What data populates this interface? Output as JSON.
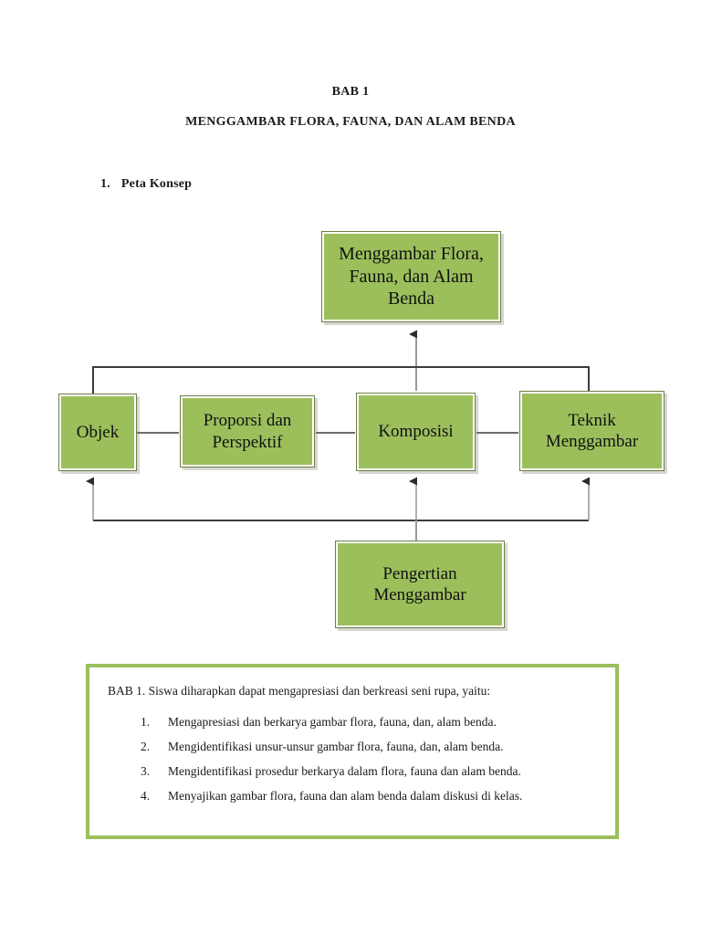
{
  "document": {
    "bab_title": "BAB 1",
    "chapter_title": "MENGGAMBAR FLORA, FAUNA, DAN ALAM BENDA",
    "section": {
      "number": "1.",
      "label": "Peta Konsep"
    }
  },
  "concept_map": {
    "nodes": {
      "root": "Menggambar Flora, Fauna, dan Alam Benda",
      "objek": "Objek",
      "proporsi": "Proporsi dan Perspektif",
      "komposisi": "Komposisi",
      "teknik": "Teknik Menggambar",
      "pengertian": "Pengertian Menggambar"
    },
    "colors": {
      "fill": "#9CBF5C",
      "border": "#6E7F45",
      "inner_ring": "#FFFFFF",
      "connector": "#404040"
    }
  },
  "objectives": {
    "intro": "BAB 1. Siswa diharapkan  dapat mengapresiasi dan berkreasi seni rupa, yaitu:",
    "items": [
      {
        "num": "1.",
        "text": "Mengapresiasi dan berkarya gambar flora, fauna, dan, alam benda."
      },
      {
        "num": "2.",
        "text": "Mengidentifikasi unsur-unsur gambar flora, fauna, dan, alam benda."
      },
      {
        "num": "3.",
        "text": "Mengidentifikasi prosedur berkarya dalam flora, fauna dan alam benda."
      },
      {
        "num": "4.",
        "text": "Menyajikan gambar flora, fauna dan alam benda dalam diskusi di kelas."
      }
    ],
    "border_color": "#9CBF5C"
  }
}
